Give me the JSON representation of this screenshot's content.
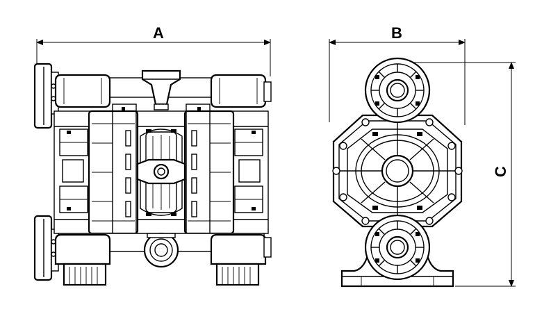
{
  "dimensions": {
    "width_label": "A",
    "depth_label": "B",
    "height_label": "C"
  },
  "views": [
    "front-view",
    "side-view"
  ]
}
